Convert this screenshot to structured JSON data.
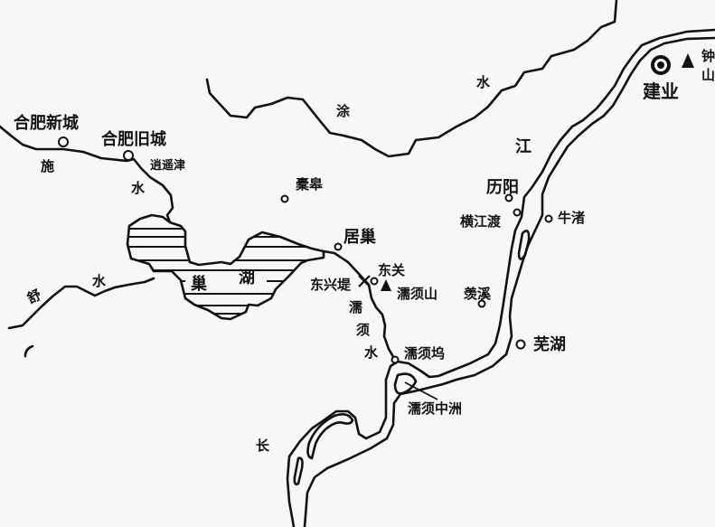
{
  "places": {
    "hefei_new": "合肥新城",
    "hefei_old": "合肥旧城",
    "xiaoyaojin": "逍遥津",
    "tuogao": "橐皋",
    "juchao": "居巢",
    "dongguan": "东关",
    "dongxingdi": "东兴堤",
    "ruxushan": "濡须山",
    "ruxuwu": "濡须坞",
    "ruxuzhongzhou": "濡须中洲",
    "xianxi": "羡溪",
    "wuhu": "芜湖",
    "liyang": "历阳",
    "hengjiangdu": "横江渡",
    "niuzhu": "牛渚",
    "jianye": "建业",
    "zhongshan_1": "钟",
    "zhongshan_2": "山"
  },
  "waters": {
    "shi": "施",
    "shi_shui": "水",
    "shu": "舒",
    "shu_shui": "水",
    "chao": "巢",
    "hu": "湖",
    "ru": "濡",
    "xu": "须",
    "ruxu_shui": "水",
    "tu": "涂",
    "tu_shui": "水",
    "chang": "长",
    "jiang": "江"
  },
  "symbols": {
    "city": "circle",
    "capital": "double-circle",
    "mountain": "triangle",
    "battle_site": "cross",
    "lake_fill": "horizontal-hatch"
  }
}
